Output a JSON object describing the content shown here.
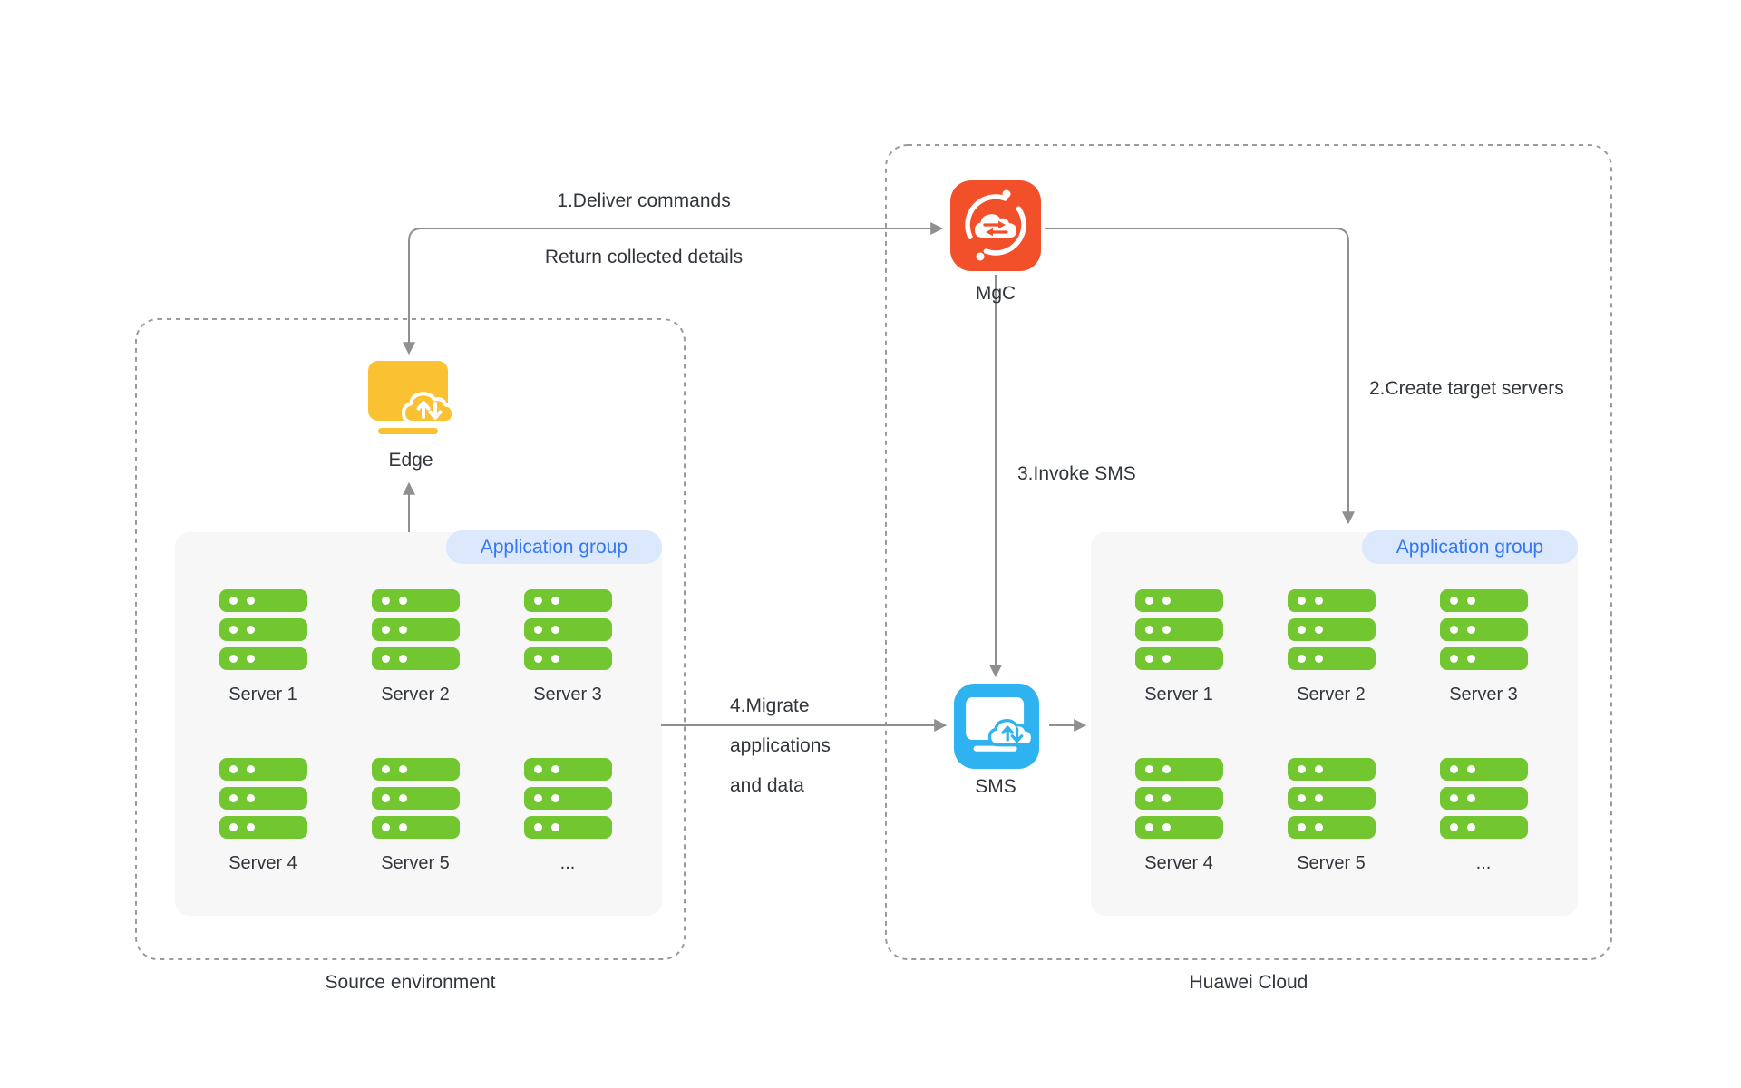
{
  "colors": {
    "server_green": "#72C62F",
    "mgc_red": "#F2502A",
    "edge_yellow": "#FAC133",
    "sms_blue": "#2FB2F0",
    "chip_bg": "#DCE8FB",
    "chip_text": "#3377F6",
    "arrow_gray": "#8F8F8F",
    "text": "#31353C"
  },
  "source_env": {
    "label": "Source environment",
    "edge_label": "Edge",
    "application_group": {
      "label": "Application group",
      "servers": [
        "Server 1",
        "Server 2",
        "Server 3",
        "Server 4",
        "Server 5",
        "..."
      ]
    }
  },
  "huawei_cloud": {
    "label": "Huawei Cloud",
    "mgc_label": "MgC",
    "sms_label": "SMS",
    "application_group": {
      "label": "Application group",
      "servers": [
        "Server 1",
        "Server 2",
        "Server 3",
        "Server 4",
        "Server 5",
        "..."
      ]
    }
  },
  "flows": {
    "step1": "1.Deliver commands",
    "step1_return": "Return collected details",
    "step2": "2.Create target servers",
    "step3": "3.Invoke SMS",
    "step4_line1": "4.Migrate",
    "step4_line2": "applications",
    "step4_line3": "and data"
  }
}
